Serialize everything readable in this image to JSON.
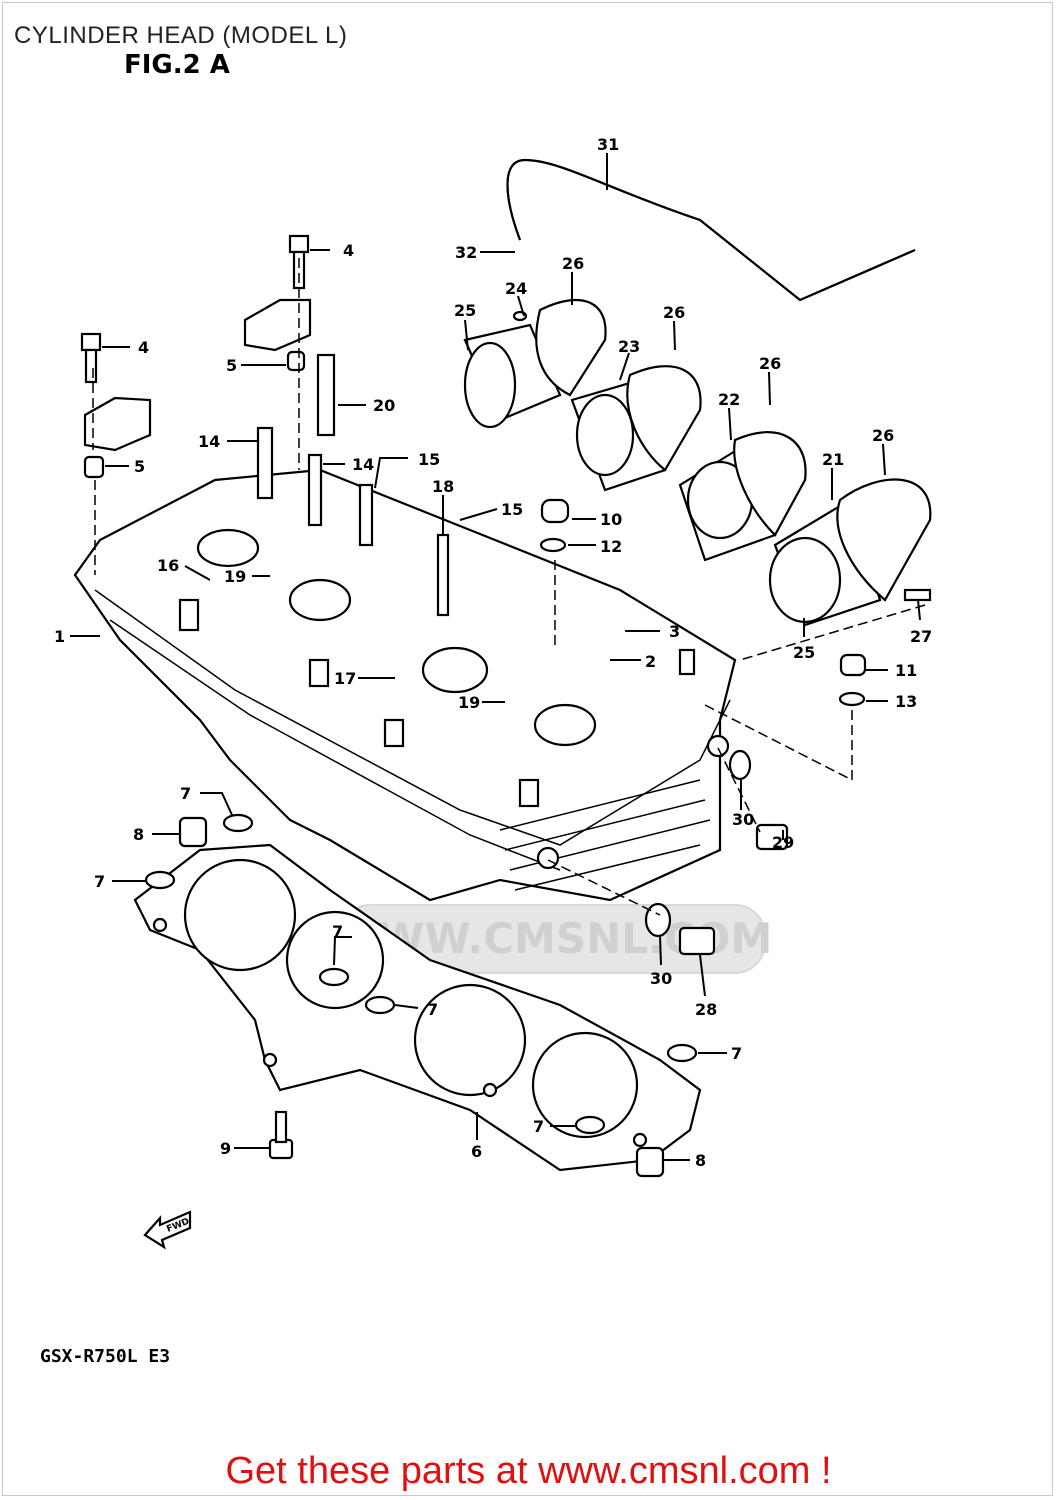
{
  "title": "CYLINDER HEAD (MODEL L)",
  "figure": "FIG.2 A",
  "model_code": "GSX-R750L  E3",
  "watermark": "WWW.CMSNL.COM",
  "fwd_label": "FWD",
  "cta": "Get these parts at www.cmsnl.com !",
  "colors": {
    "cta": "#e01010",
    "watermark": "#e6e6e6",
    "line": "#000000"
  },
  "callouts": [
    "31",
    "4",
    "32",
    "26",
    "24",
    "25",
    "26",
    "23",
    "4",
    "26",
    "5",
    "20",
    "22",
    "14",
    "14",
    "15",
    "26",
    "18",
    "21",
    "15",
    "10",
    "12",
    "5",
    "16",
    "19",
    "3",
    "1",
    "2",
    "17",
    "11",
    "19",
    "13",
    "25",
    "27",
    "7",
    "8",
    "30",
    "29",
    "7",
    "7",
    "30",
    "28",
    "7",
    "7",
    "9",
    "7",
    "6",
    "8"
  ]
}
